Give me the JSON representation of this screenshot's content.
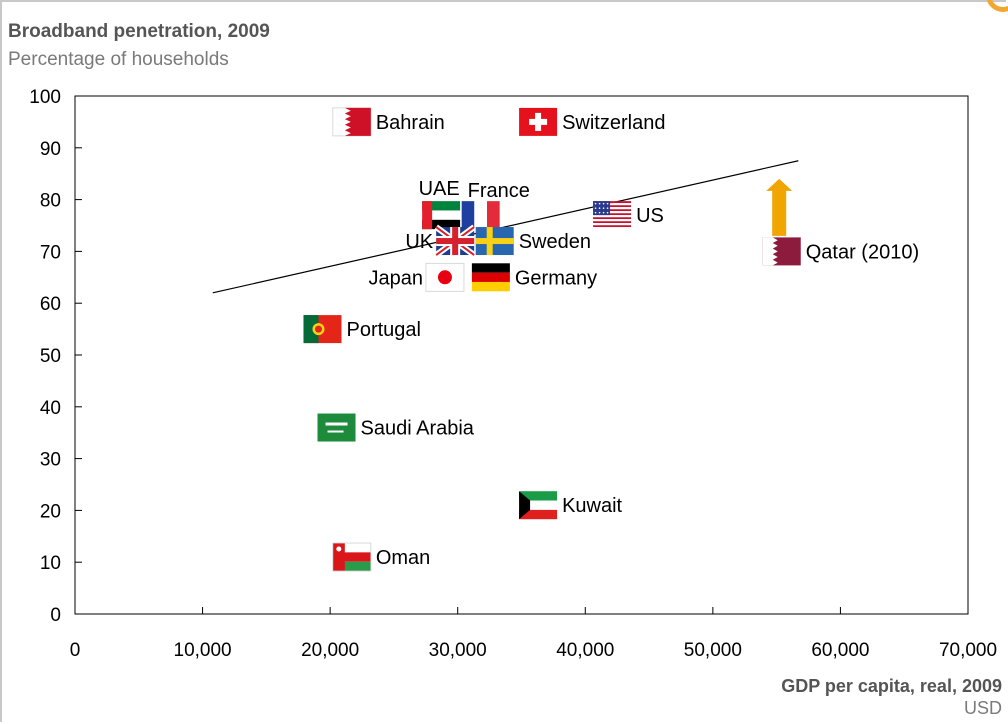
{
  "chart_data": {
    "type": "scatter",
    "title": "Broadband penetration, 2009",
    "subtitle": "Percentage of households",
    "xlabel": "GDP per capita, real, 2009",
    "xunit": "USD",
    "xlim": [
      0,
      70000
    ],
    "ylim": [
      0,
      100
    ],
    "x_ticks": [
      {
        "value": 0,
        "label": "0"
      },
      {
        "value": 10000,
        "label": "10,000"
      },
      {
        "value": 20000,
        "label": "20,000"
      },
      {
        "value": 30000,
        "label": "30,000"
      },
      {
        "value": 40000,
        "label": "40,000"
      },
      {
        "value": 50000,
        "label": "50,000"
      },
      {
        "value": 60000,
        "label": "60,000"
      },
      {
        "value": 70000,
        "label": "70,000"
      }
    ],
    "y_ticks": [
      {
        "value": 0,
        "label": "0"
      },
      {
        "value": 10,
        "label": "10"
      },
      {
        "value": 20,
        "label": "20"
      },
      {
        "value": 30,
        "label": "30"
      },
      {
        "value": 40,
        "label": "40"
      },
      {
        "value": 50,
        "label": "50"
      },
      {
        "value": 60,
        "label": "60"
      },
      {
        "value": 70,
        "label": "70"
      },
      {
        "value": 80,
        "label": "80"
      },
      {
        "value": 90,
        "label": "90"
      },
      {
        "value": 100,
        "label": "100"
      }
    ],
    "grid": false,
    "points": [
      {
        "label": "Bahrain",
        "x": 21700,
        "y": 95,
        "flag": "bahrain-flag",
        "label_side": "right"
      },
      {
        "label": "Switzerland",
        "x": 36300,
        "y": 95,
        "flag": "switzerland-flag",
        "label_side": "right"
      },
      {
        "label": "UAE",
        "x": 28700,
        "y": 77,
        "flag": "uae-flag",
        "label_side": "above"
      },
      {
        "label": "France",
        "x": 31800,
        "y": 77,
        "flag": "france-flag",
        "label_side": "above-right"
      },
      {
        "label": "US",
        "x": 42100,
        "y": 77,
        "flag": "us-flag",
        "label_side": "right"
      },
      {
        "label": "UK",
        "x": 29800,
        "y": 72,
        "flag": "uk-flag",
        "label_side": "left"
      },
      {
        "label": "Sweden",
        "x": 32900,
        "y": 72,
        "flag": "sweden-flag",
        "label_side": "right"
      },
      {
        "label": "Qatar (2010)",
        "x": 55400,
        "y": 70,
        "flag": "qatar-flag",
        "label_side": "right"
      },
      {
        "label": "Japan",
        "x": 29000,
        "y": 65,
        "flag": "japan-flag",
        "label_side": "left"
      },
      {
        "label": "Germany",
        "x": 32600,
        "y": 65,
        "flag": "germany-flag",
        "label_side": "right"
      },
      {
        "label": "Portugal",
        "x": 19400,
        "y": 55,
        "flag": "portugal-flag",
        "label_side": "right"
      },
      {
        "label": "Saudi Arabia",
        "x": 20500,
        "y": 36,
        "flag": "saudi-arabia-flag",
        "label_side": "right"
      },
      {
        "label": "Kuwait",
        "x": 36300,
        "y": 21,
        "flag": "kuwait-flag",
        "label_side": "right"
      },
      {
        "label": "Oman",
        "x": 21700,
        "y": 11,
        "flag": "oman-flag",
        "label_side": "right"
      }
    ],
    "trendline": {
      "x": [
        10800,
        56700
      ],
      "y": [
        62,
        87.5
      ]
    },
    "arrow": {
      "x": 55200,
      "y_from": 73,
      "y_to": 84,
      "color": "#f0a500"
    },
    "colors": {
      "axis": "#000000",
      "text": "#000000",
      "title": "#555555",
      "subtitle": "#7a7a7a",
      "logo": "#f0a830"
    }
  }
}
